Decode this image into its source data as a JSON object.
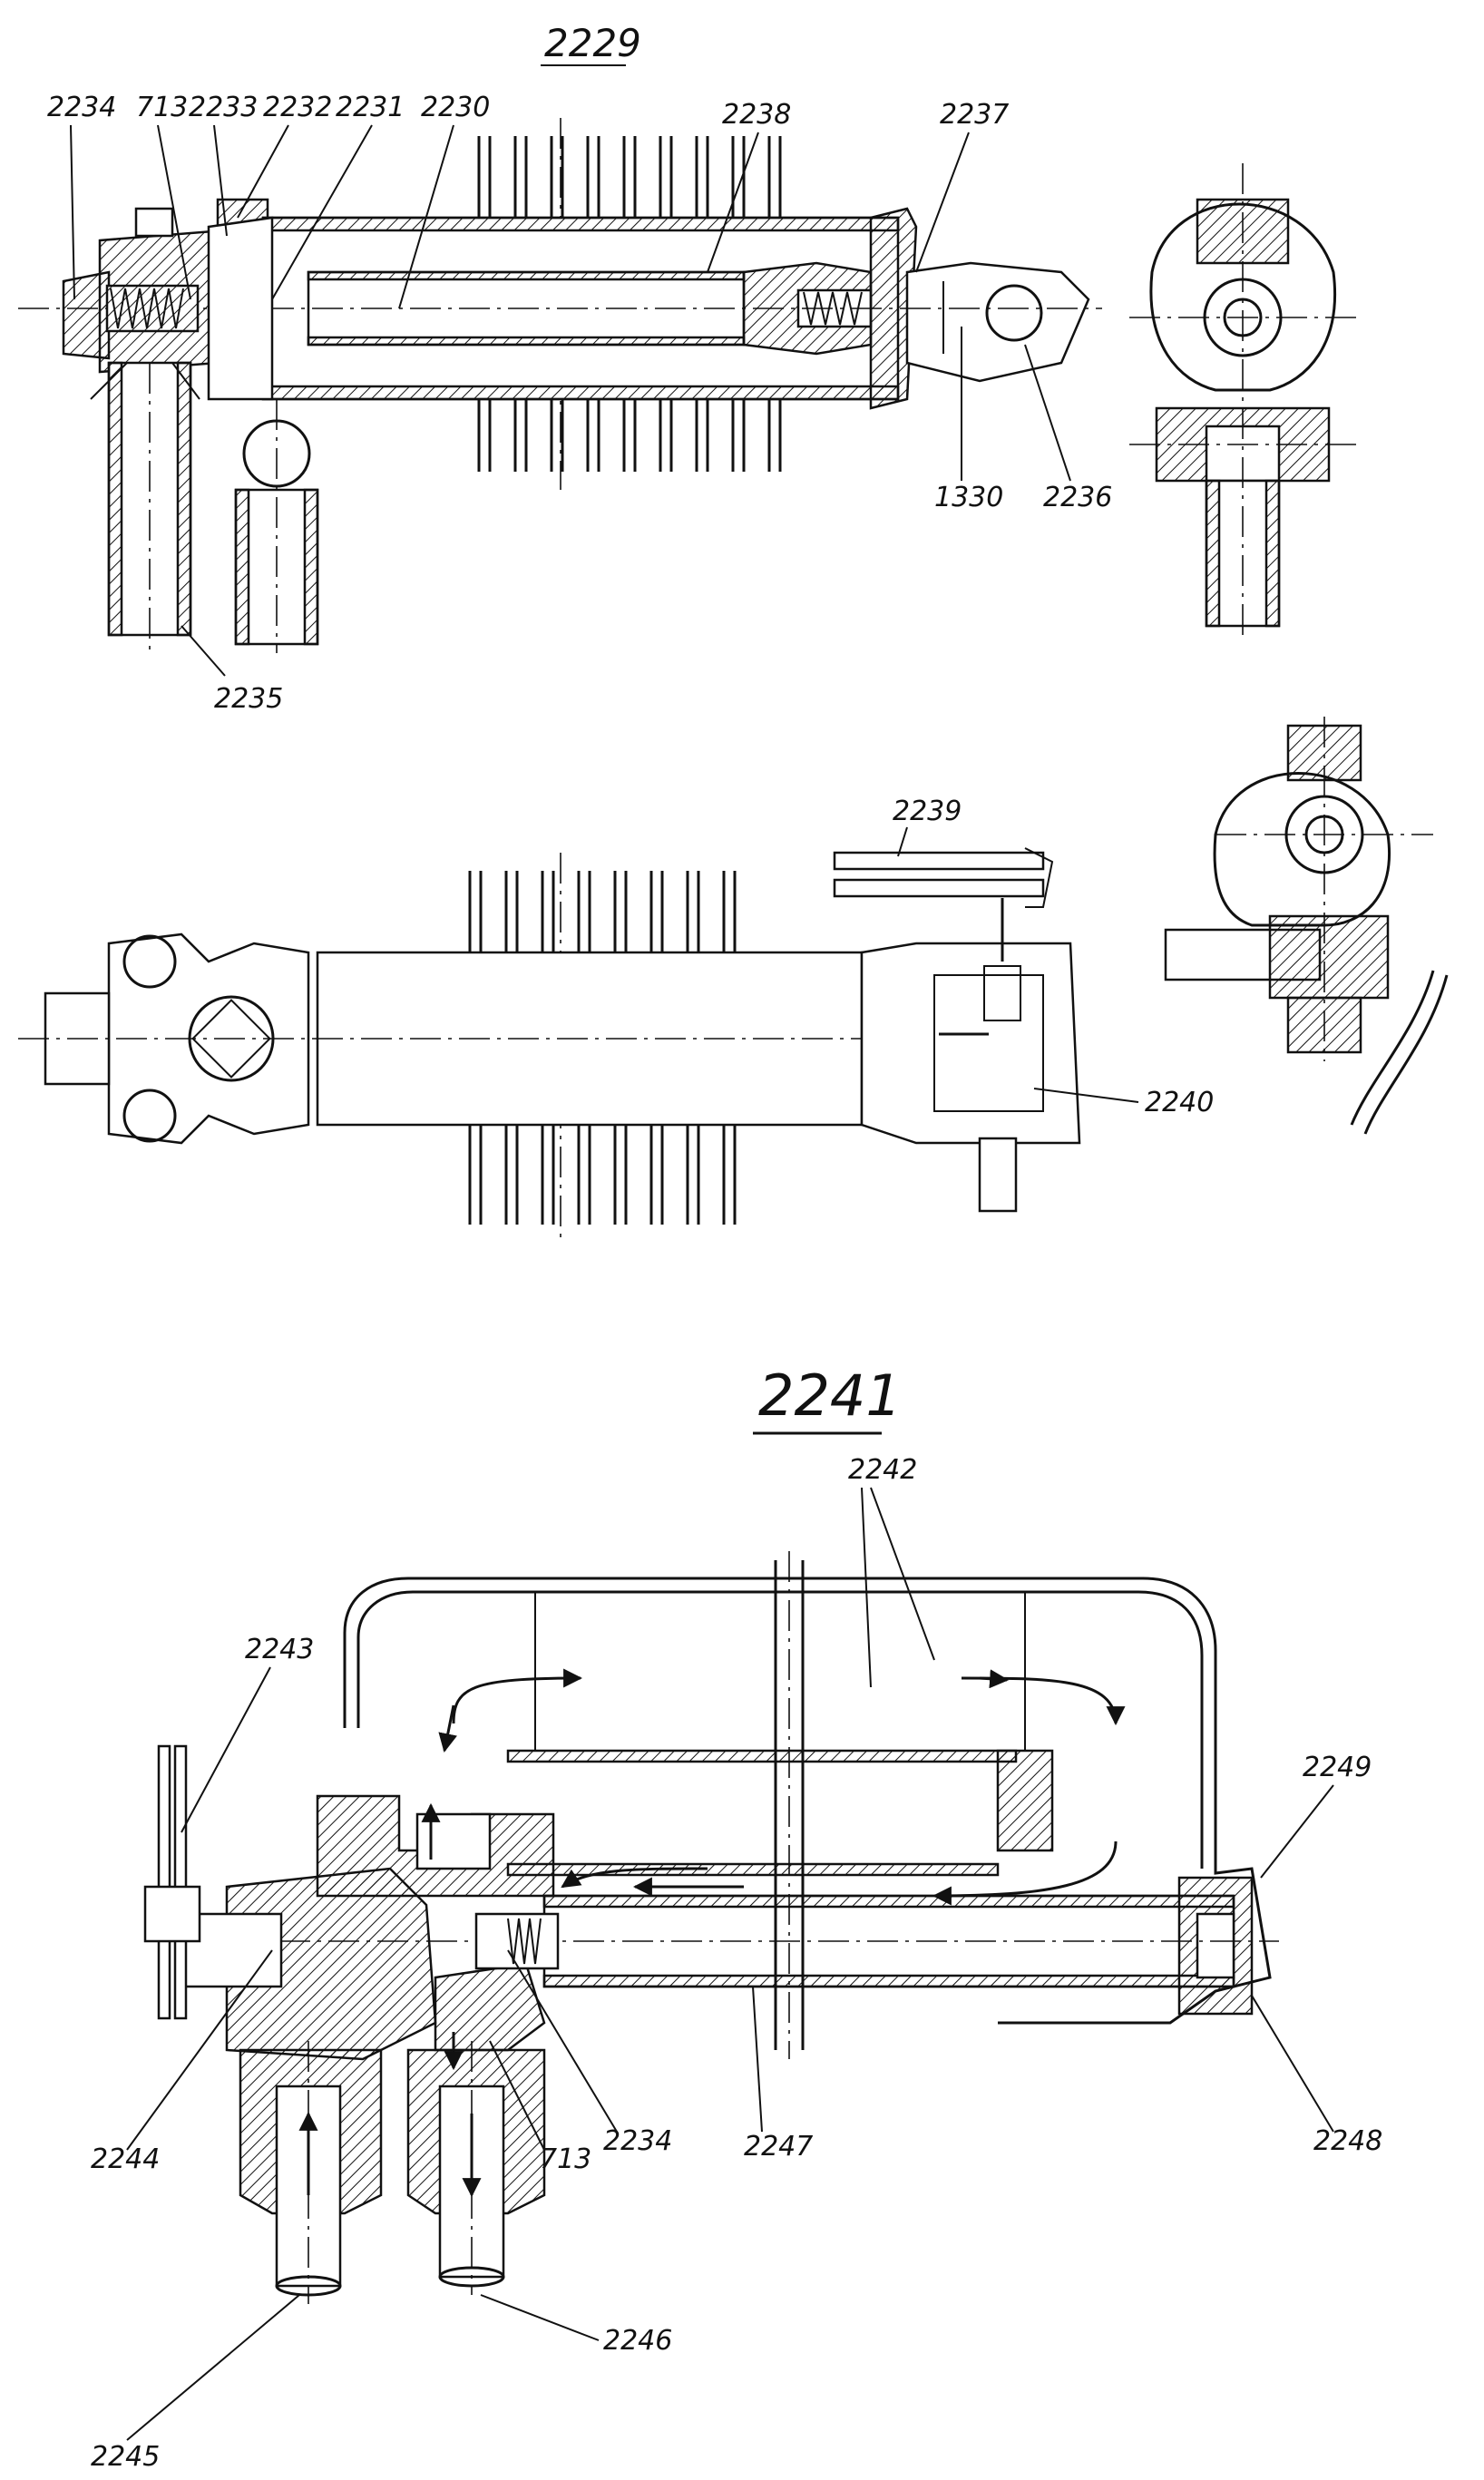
{
  "figure_top": {
    "number": "2229",
    "labels": {
      "l2234": "2234",
      "l713": "713",
      "l2233": "2233",
      "l2232": "2232",
      "l2231": "2231",
      "l2230": "2230",
      "l2238": "2238",
      "l2237": "2237",
      "l1330": "1330",
      "l2236": "2236",
      "l2235": "2235"
    }
  },
  "figure_middle": {
    "labels": {
      "l2239": "2239",
      "l2240": "2240"
    }
  },
  "figure_bottom": {
    "number": "2241",
    "labels": {
      "l2242": "2242",
      "l2243": "2243",
      "l2249": "2249",
      "l2244": "2244",
      "l713": "713",
      "l2234": "2234",
      "l2247": "2247",
      "l2248": "2248",
      "l2246": "2246",
      "l2245": "2245"
    }
  }
}
